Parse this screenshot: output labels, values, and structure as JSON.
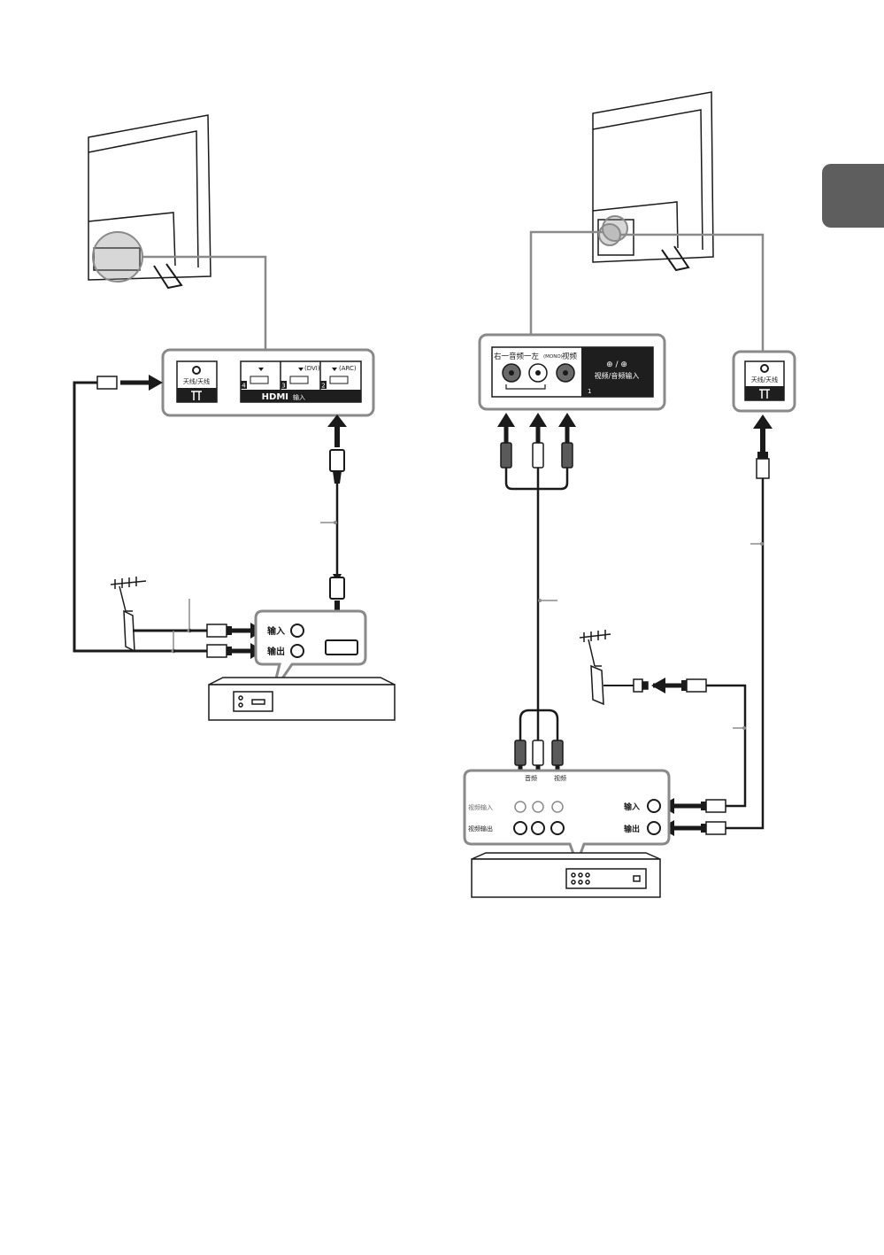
{
  "left": {
    "antenna_label": "天线/天线",
    "hdmi_text": "HDMI",
    "hdmi_suffix": "输入",
    "port_numbers": [
      "4",
      "3",
      "2"
    ],
    "port_tags": [
      "(DVI)",
      "(ARC)"
    ],
    "device_in": "输入",
    "device_out": "输出"
  },
  "right": {
    "av_header_left": "右一音频一左",
    "av_header_mono": "(MONO)",
    "av_header_video": "视频",
    "av_icon": "⊕ / ⊕",
    "av_label": "视频/音频输入",
    "av_number": "1",
    "antenna_label": "天线/天线",
    "vcr_audio": "音频",
    "vcr_video": "视频",
    "vcr_in_row": "视频输入",
    "vcr_out_row": "视频输出",
    "vcr_in": "输入",
    "vcr_out": "输出"
  },
  "colors": {
    "line": "#1a1a1a",
    "frame_gray": "#8a8a8a",
    "panel_dark": "#1e1e1e",
    "tab": "#5e5e5e"
  }
}
